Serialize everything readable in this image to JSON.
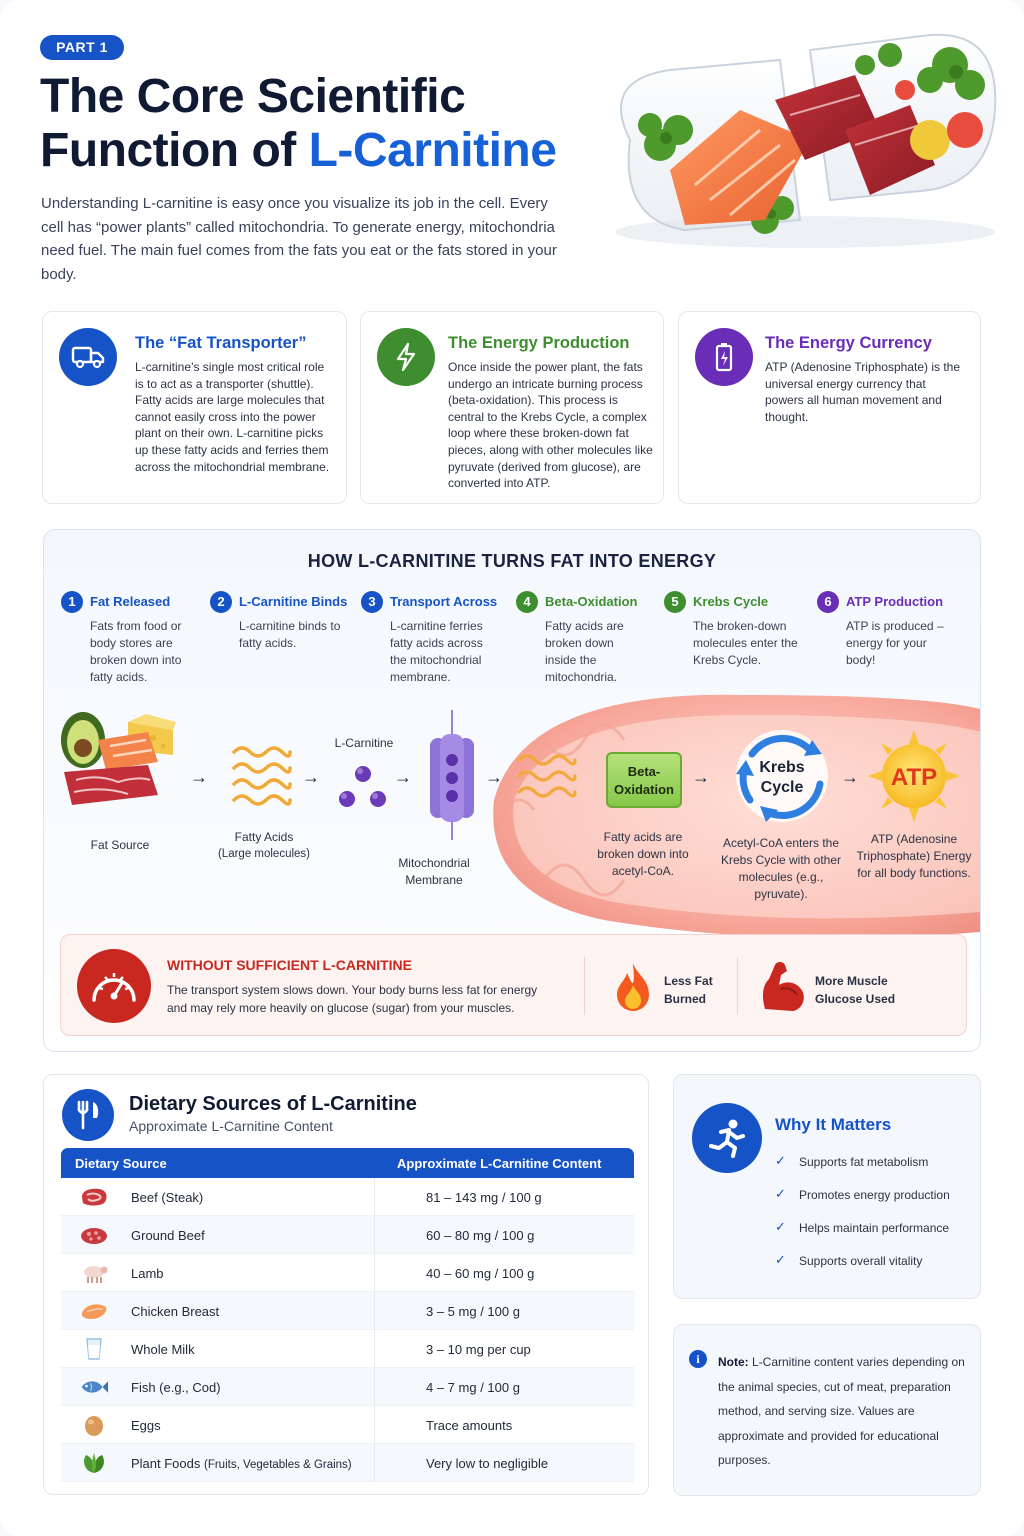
{
  "header": {
    "badge": "PART 1",
    "title_line1": "The Core Scientific",
    "title_line2_prefix": "Function of ",
    "title_line2_accent": "L-Carnitine",
    "intro": "Understanding L-carnitine is easy once you visualize its job in the cell. Every cell has “power plants” called mitochondria. To generate energy, mitochondria need fuel. The main fuel comes from the fats you eat or the fats stored in your body."
  },
  "cards": [
    {
      "title": "The “Fat Transporter”",
      "icon": "truck-icon",
      "color": "#1553c7",
      "text": "L-carnitine’s single most critical role is to act as a transporter (shuttle). Fatty acids are large molecules that cannot easily cross into the power plant on their own. L-carnitine picks up these fatty acids and ferries them across the mitochondrial membrane."
    },
    {
      "title": "The Energy Production",
      "icon": "lightning-icon",
      "color": "#3e8e2f",
      "text": "Once inside the power plant, the fats undergo an intricate burning process (beta-oxidation). This process is central to the Krebs Cycle, a complex loop where these broken-down fat pieces, along with other molecules like pyruvate (derived from glucose), are converted into ATP."
    },
    {
      "title": "The Energy Currency",
      "icon": "battery-icon",
      "color": "#6a2db8",
      "text": "ATP (Adenosine Triphosphate) is the universal energy currency that powers all human movement and thought."
    }
  ],
  "process": {
    "title": "HOW L-CARNITINE TURNS FAT INTO ENERGY",
    "steps": [
      {
        "num": "1",
        "label": "Fat Released",
        "color": "#1553c7",
        "desc": "Fats from food or body stores are broken down into fatty acids."
      },
      {
        "num": "2",
        "label": "L-Carnitine Binds",
        "color": "#1553c7",
        "desc": "L-carnitine binds to fatty acids."
      },
      {
        "num": "3",
        "label": "Transport Across",
        "color": "#1553c7",
        "desc": "L-carnitine ferries fatty acids across the mitochondrial membrane."
      },
      {
        "num": "4",
        "label": "Beta-Oxidation",
        "color": "#3e8e2f",
        "desc": "Fatty acids are broken down inside the mitochondria."
      },
      {
        "num": "5",
        "label": "Krebs Cycle",
        "color": "#3e8e2f",
        "desc": "The broken-down molecules enter the Krebs Cycle."
      },
      {
        "num": "6",
        "label": "ATP Production",
        "color": "#6a2db8",
        "desc": "ATP is produced – energy for your body!"
      }
    ],
    "flow": {
      "fat_source": "Fat Source",
      "fatty_acids": "Fatty Acids",
      "fatty_acids_sub": "(Large molecules)",
      "lcarnitine": "L-Carnitine",
      "membrane_line1": "Mitochondrial",
      "membrane_line2": "Membrane",
      "beta_line1": "Beta-",
      "beta_line2": "Oxidation",
      "beta_caption": "Fatty acids are broken down into acetyl-CoA.",
      "krebs_line1": "Krebs",
      "krebs_line2": "Cycle",
      "krebs_caption": "Acetyl-CoA enters the Krebs Cycle with other molecules (e.g., pyruvate).",
      "atp": "ATP",
      "atp_caption": "ATP (Adenosine Triphosphate) Energy for all body functions."
    },
    "warning": {
      "title": "WITHOUT SUFFICIENT L-CARNITINE",
      "text": "The transport system slows down. Your body burns less fat for energy and may rely more heavily on glucose (sugar) from your muscles.",
      "stat1_line1": "Less Fat",
      "stat1_line2": "Burned",
      "stat2_line1": "More Muscle",
      "stat2_line2": "Glucose Used"
    }
  },
  "diet": {
    "title": "Dietary Sources of L-Carnitine",
    "subtitle": "Approximate L-Carnitine Content",
    "col1": "Dietary Source",
    "col2": "Approximate L-Carnitine Content",
    "rows": [
      {
        "source": "Beef (Steak)",
        "value": "81 – 143 mg / 100 g",
        "icon": "steak-icon"
      },
      {
        "source": "Ground Beef",
        "value": "60 – 80 mg / 100 g",
        "icon": "ground-beef-icon"
      },
      {
        "source": "Lamb",
        "value": "40 – 60 mg / 100 g",
        "icon": "lamb-icon"
      },
      {
        "source": "Chicken Breast",
        "value": "3 – 5 mg / 100 g",
        "icon": "chicken-icon"
      },
      {
        "source": "Whole Milk",
        "value": "3 – 10 mg per cup",
        "icon": "milk-icon"
      },
      {
        "source": "Fish (e.g., Cod)",
        "value": "4 – 7 mg / 100 g",
        "icon": "fish-icon"
      },
      {
        "source": "Eggs",
        "value": "Trace amounts",
        "icon": "egg-icon"
      },
      {
        "source": "Plant Foods",
        "source_small": "(Fruits, Vegetables & Grains)",
        "value": "Very low to negligible",
        "icon": "leaf-icon"
      }
    ]
  },
  "why": {
    "title": "Why It Matters",
    "items": [
      "Supports fat metabolism",
      "Promotes energy production",
      "Helps maintain performance",
      "Supports overall vitality"
    ]
  },
  "note": {
    "label": "Note:",
    "text": " L-Carnitine content varies depending on the animal species, cut of meat, preparation method, and serving size. Values are approximate and provided for educational purposes."
  }
}
